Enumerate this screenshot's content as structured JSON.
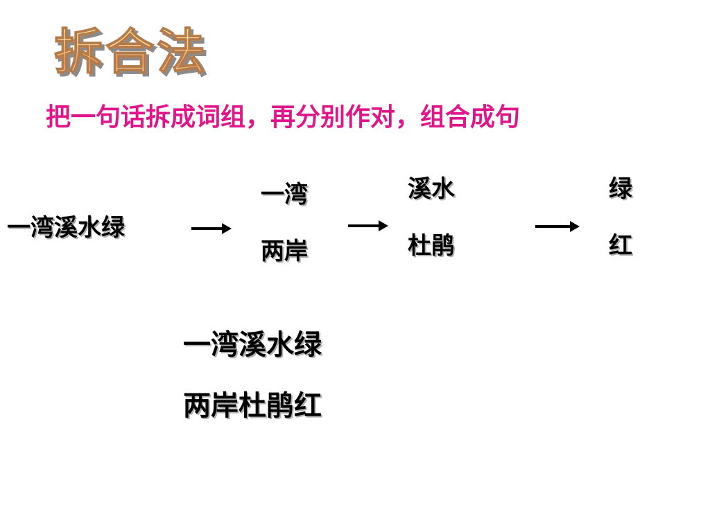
{
  "slide": {
    "title": "拆合法",
    "subtitle": "把一句话拆成词组，再分别作对，组合成句",
    "source_line": "一湾溪水绿",
    "step1": {
      "top": "一湾",
      "bottom": "两岸"
    },
    "step2": {
      "top": "溪水",
      "bottom": "杜鹃"
    },
    "step3": {
      "top": "绿",
      "bottom": "红"
    },
    "result": {
      "line1": "一湾溪水绿",
      "line2": "两岸杜鹃红"
    }
  },
  "colors": {
    "subtitle": "#e0158a",
    "text": "#000000",
    "title_gradient": [
      "#f9f3a8",
      "#e8a06a"
    ]
  }
}
